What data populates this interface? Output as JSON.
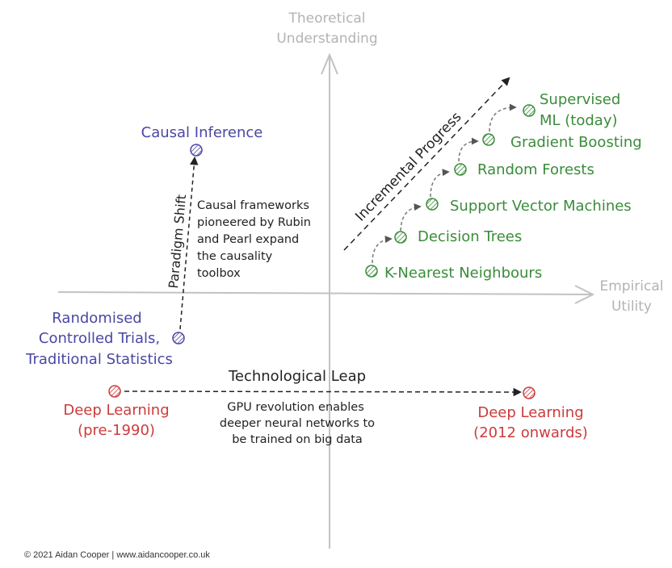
{
  "axes": {
    "y_label": [
      "Theoretical",
      "Understanding"
    ],
    "x_label": [
      "Empirical",
      "Utility"
    ]
  },
  "causal": {
    "top_label": "Causal Inference",
    "bottom_label": [
      "Randomised",
      "Controlled Trials,",
      "Traditional Statistics"
    ],
    "arrow_label": "Paradigm Shift",
    "note": [
      "Causal frameworks",
      "pioneered by Rubin",
      "and Pearl expand",
      "the causality",
      "toolbox"
    ]
  },
  "ml": {
    "arrow_label": "Incremental Progress",
    "steps": [
      {
        "label": "K-Nearest Neighbours"
      },
      {
        "label": "Decision Trees"
      },
      {
        "label": "Support Vector Machines"
      },
      {
        "label": "Random Forests"
      },
      {
        "label": "Gradient Boosting"
      },
      {
        "label": [
          "Supervised",
          "ML (today)"
        ]
      }
    ]
  },
  "deep_learning": {
    "left_label": [
      "Deep Learning",
      "(pre-1990)"
    ],
    "right_label": [
      "Deep Learning",
      "(2012 onwards)"
    ],
    "arrow_label": "Technological Leap",
    "note": [
      "GPU revolution enables",
      "deeper neural networks to",
      "be trained on big data"
    ]
  },
  "colors": {
    "axis": "#c2c2c2",
    "blue": "#4a47a3",
    "green": "#3a8c3a",
    "red": "#cc3b3b",
    "arrow": "#222222",
    "grey_arrow": "#777777"
  },
  "footer": {
    "copyright": "© 2021 Aidan Cooper | www.aidancooper.co.uk"
  }
}
